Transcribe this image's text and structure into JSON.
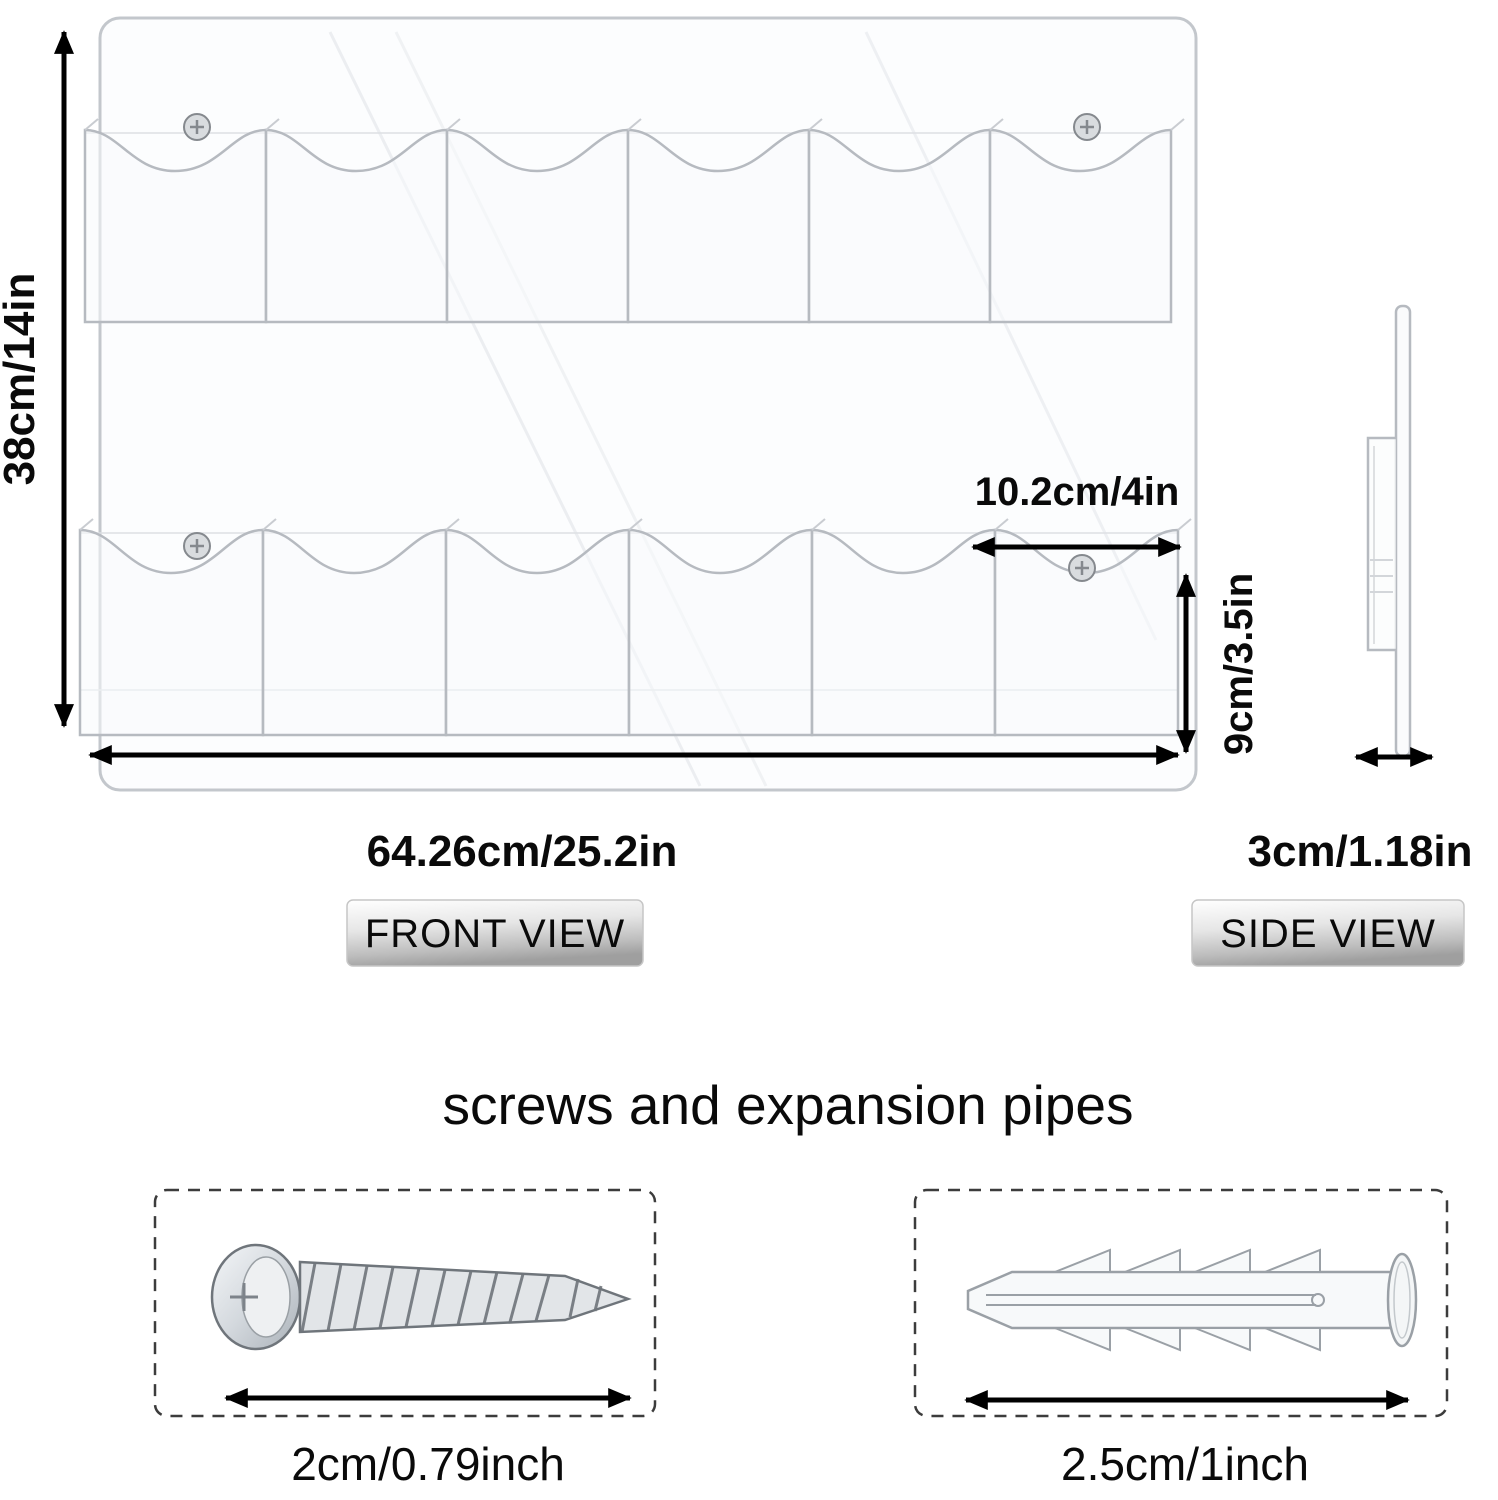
{
  "front_view": {
    "label": "FRONT VIEW",
    "overall_height": "38cm/14in",
    "overall_width": "64.26cm/25.2in",
    "pocket_width": "10.2cm/4in",
    "pocket_height": "9cm/3.5in"
  },
  "side_view": {
    "label": "SIDE VIEW",
    "depth": "3cm/1.18in"
  },
  "hardware": {
    "title": "screws and expansion pipes",
    "screw_length": "2cm/0.79inch",
    "anchor_length": "2.5cm/1inch"
  },
  "colors": {
    "dimension_line": "#000000",
    "acrylic_outline": "#b6bac0",
    "badge_text": "#1e1e1e"
  }
}
